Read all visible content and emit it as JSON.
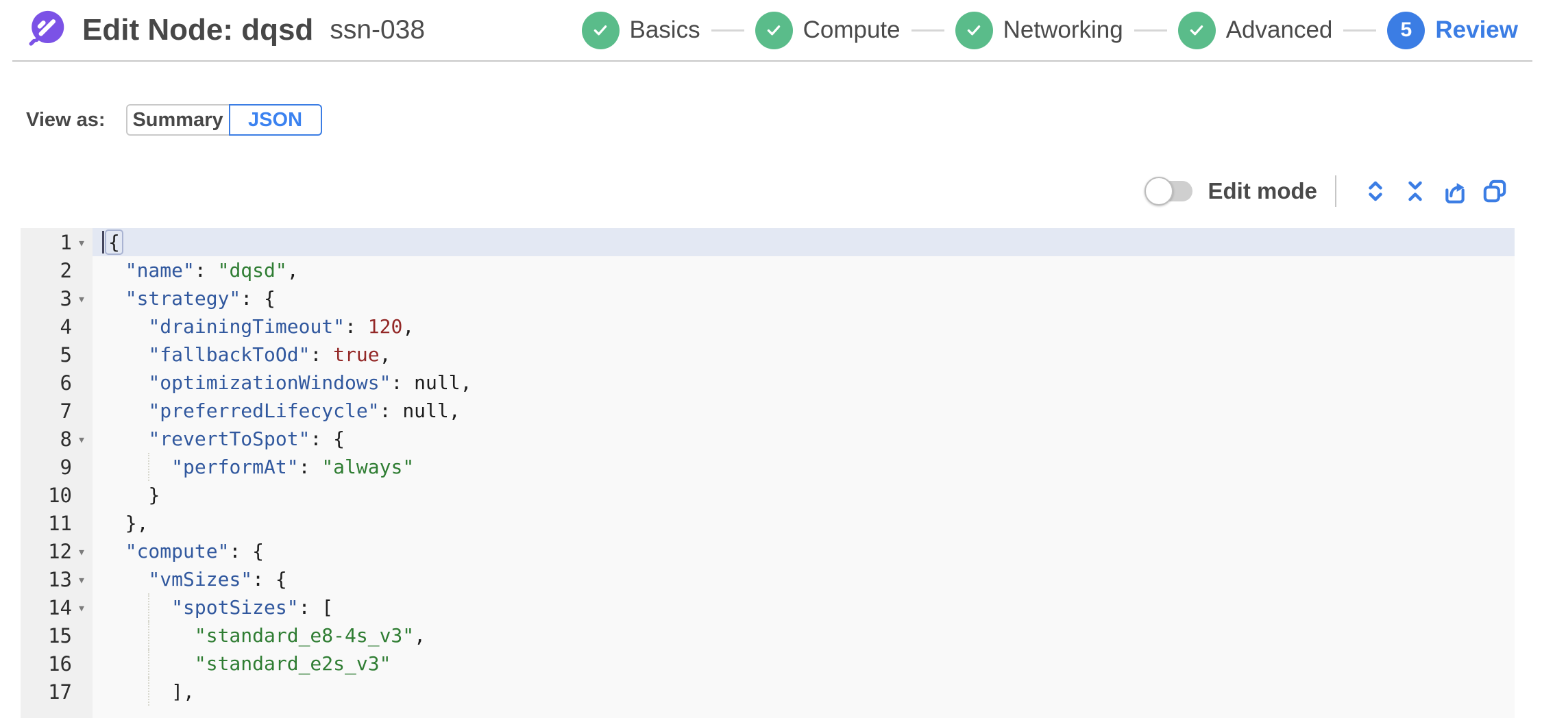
{
  "header": {
    "title": "Edit Node: dqsd",
    "subtitle": "ssn-038",
    "steps": [
      {
        "label": "Basics",
        "state": "done"
      },
      {
        "label": "Compute",
        "state": "done"
      },
      {
        "label": "Networking",
        "state": "done"
      },
      {
        "label": "Advanced",
        "state": "done"
      },
      {
        "label": "Review",
        "state": "current",
        "number": "5"
      }
    ]
  },
  "view_as": {
    "label": "View as:",
    "options": [
      {
        "label": "Summary",
        "selected": false
      },
      {
        "label": "JSON",
        "selected": true
      }
    ]
  },
  "toolbar": {
    "edit_mode_label": "Edit mode",
    "edit_mode_on": false,
    "icons": [
      "expand-rows-icon",
      "collapse-rows-icon",
      "export-icon",
      "copy-icon"
    ]
  },
  "colors": {
    "accent_blue": "#3b7de4",
    "success_green": "#5abc8a",
    "logo_purple": "#7b52e6",
    "active_line_bg": "#e3e8f3",
    "json_key": "#31589e",
    "json_string": "#2f7d33",
    "json_number": "#932827",
    "json_boolean": "#932827",
    "json_null": "#1d1d1d",
    "json_plain": "#1d1d1d"
  },
  "editor": {
    "active_line": 1,
    "fold_lines": [
      1,
      3,
      8,
      12,
      13,
      14
    ],
    "lines": [
      {
        "n": 1,
        "indent": 0,
        "tokens": [
          {
            "t": "plain",
            "v": "{",
            "bracket": true,
            "cursor": true
          }
        ]
      },
      {
        "n": 2,
        "indent": 2,
        "tokens": [
          {
            "t": "key",
            "v": "\"name\""
          },
          {
            "t": "plain",
            "v": ": "
          },
          {
            "t": "string",
            "v": "\"dqsd\""
          },
          {
            "t": "plain",
            "v": ","
          }
        ]
      },
      {
        "n": 3,
        "indent": 2,
        "tokens": [
          {
            "t": "key",
            "v": "\"strategy\""
          },
          {
            "t": "plain",
            "v": ": {"
          }
        ]
      },
      {
        "n": 4,
        "indent": 4,
        "tokens": [
          {
            "t": "key",
            "v": "\"drainingTimeout\""
          },
          {
            "t": "plain",
            "v": ": "
          },
          {
            "t": "number",
            "v": "120"
          },
          {
            "t": "plain",
            "v": ","
          }
        ]
      },
      {
        "n": 5,
        "indent": 4,
        "tokens": [
          {
            "t": "key",
            "v": "\"fallbackToOd\""
          },
          {
            "t": "plain",
            "v": ": "
          },
          {
            "t": "boolean",
            "v": "true"
          },
          {
            "t": "plain",
            "v": ","
          }
        ]
      },
      {
        "n": 6,
        "indent": 4,
        "tokens": [
          {
            "t": "key",
            "v": "\"optimizationWindows\""
          },
          {
            "t": "plain",
            "v": ": "
          },
          {
            "t": "null",
            "v": "null"
          },
          {
            "t": "plain",
            "v": ","
          }
        ]
      },
      {
        "n": 7,
        "indent": 4,
        "tokens": [
          {
            "t": "key",
            "v": "\"preferredLifecycle\""
          },
          {
            "t": "plain",
            "v": ": "
          },
          {
            "t": "null",
            "v": "null"
          },
          {
            "t": "plain",
            "v": ","
          }
        ]
      },
      {
        "n": 8,
        "indent": 4,
        "tokens": [
          {
            "t": "key",
            "v": "\"revertToSpot\""
          },
          {
            "t": "plain",
            "v": ": {"
          }
        ]
      },
      {
        "n": 9,
        "indent": 6,
        "tokens": [
          {
            "t": "key",
            "v": "\"performAt\""
          },
          {
            "t": "plain",
            "v": ": "
          },
          {
            "t": "string",
            "v": "\"always\""
          }
        ]
      },
      {
        "n": 10,
        "indent": 4,
        "tokens": [
          {
            "t": "plain",
            "v": "}"
          }
        ]
      },
      {
        "n": 11,
        "indent": 2,
        "tokens": [
          {
            "t": "plain",
            "v": "},"
          }
        ]
      },
      {
        "n": 12,
        "indent": 2,
        "tokens": [
          {
            "t": "key",
            "v": "\"compute\""
          },
          {
            "t": "plain",
            "v": ": {"
          }
        ]
      },
      {
        "n": 13,
        "indent": 4,
        "tokens": [
          {
            "t": "key",
            "v": "\"vmSizes\""
          },
          {
            "t": "plain",
            "v": ": {"
          }
        ]
      },
      {
        "n": 14,
        "indent": 6,
        "tokens": [
          {
            "t": "key",
            "v": "\"spotSizes\""
          },
          {
            "t": "plain",
            "v": ": ["
          }
        ]
      },
      {
        "n": 15,
        "indent": 8,
        "tokens": [
          {
            "t": "string",
            "v": "\"standard_e8-4s_v3\""
          },
          {
            "t": "plain",
            "v": ","
          }
        ]
      },
      {
        "n": 16,
        "indent": 8,
        "tokens": [
          {
            "t": "string",
            "v": "\"standard_e2s_v3\""
          }
        ]
      },
      {
        "n": 17,
        "indent": 6,
        "tokens": [
          {
            "t": "plain",
            "v": "],"
          }
        ]
      }
    ]
  }
}
